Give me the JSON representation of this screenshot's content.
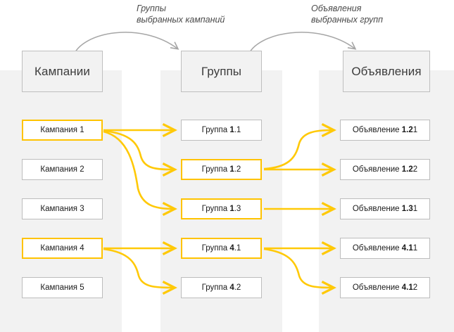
{
  "diagram": {
    "title_columns": [
      {
        "label": "Кампании"
      },
      {
        "label": "Группы"
      },
      {
        "label": "Объявления"
      }
    ],
    "annotations": [
      {
        "text": "Группы\nвыбранных кампаний"
      },
      {
        "text": "Объявления\nвыбранных групп"
      }
    ],
    "colors": {
      "selected": "#ffc300",
      "arrow_yellow": "#ffc907",
      "arrow_gray": "#a6a6a6",
      "box_border": "#bdbdbd",
      "column_bg": "#f2f2f2",
      "header_bg": "#f2f2f2",
      "text": "#1a1a1a"
    },
    "columns": [
      {
        "name": "campaigns",
        "items": [
          {
            "prefix": "Кампания ",
            "num": "",
            "suffix": "1",
            "selected": true
          },
          {
            "prefix": "Кампания ",
            "num": "",
            "suffix": "2",
            "selected": false
          },
          {
            "prefix": "Кампания ",
            "num": "",
            "suffix": "3",
            "selected": false
          },
          {
            "prefix": "Кампания ",
            "num": "",
            "suffix": "4",
            "selected": true
          },
          {
            "prefix": "Кампания ",
            "num": "",
            "suffix": "5",
            "selected": false
          }
        ]
      },
      {
        "name": "groups",
        "items": [
          {
            "prefix": "Группа ",
            "num": "1",
            "suffix": ".1",
            "selected": false
          },
          {
            "prefix": "Группа ",
            "num": "1",
            "suffix": ".2",
            "selected": true
          },
          {
            "prefix": "Группа ",
            "num": "1",
            "suffix": ".3",
            "selected": true
          },
          {
            "prefix": "Группа ",
            "num": "4",
            "suffix": ".1",
            "selected": true
          },
          {
            "prefix": "Группа ",
            "num": "4",
            "suffix": ".2",
            "selected": false
          }
        ]
      },
      {
        "name": "ads",
        "items": [
          {
            "prefix": "Объявление ",
            "num": "1.2",
            "suffix": "1",
            "selected": false
          },
          {
            "prefix": "Объявление ",
            "num": "1.2",
            "suffix": "2",
            "selected": false
          },
          {
            "prefix": "Объявление ",
            "num": "1.3",
            "suffix": "1",
            "selected": false
          },
          {
            "prefix": "Объявление ",
            "num": "4.1",
            "suffix": "1",
            "selected": false
          },
          {
            "prefix": "Объявление ",
            "num": "4.1",
            "suffix": "2",
            "selected": false
          }
        ]
      }
    ]
  }
}
